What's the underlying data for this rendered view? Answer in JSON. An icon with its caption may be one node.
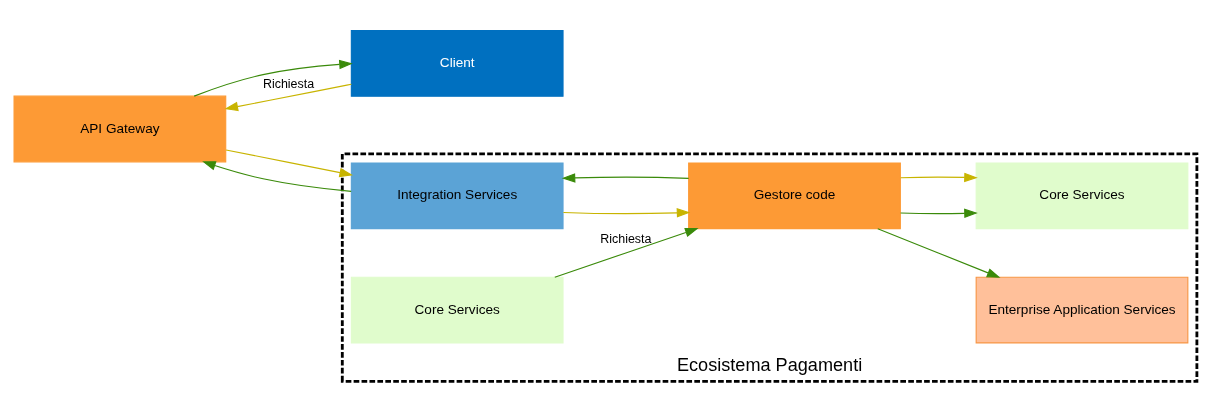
{
  "diagram": {
    "nodes": [
      {
        "text": [
          "API Gateway"
        ]
      },
      {
        "text": [
          "Client"
        ]
      },
      {
        "text": [
          "Ecosistema Pagamenti"
        ]
      },
      {
        "text": [
          "Integration Services"
        ],
        "in": 2
      },
      {
        "text": [
          "Core Services"
        ],
        "in": 2
      },
      {
        "text": [
          "Gestore code"
        ],
        "in": 2
      },
      {
        "text": [
          "Enterprise Application Services"
        ],
        "in": 2
      },
      {
        "text": [
          "Core Services"
        ],
        "in": 2
      }
    ],
    "edges": [
      {
        "from": 0,
        "to": 3,
        "arrow": "to",
        "color": "#c8b400"
      },
      {
        "from": 3,
        "to": 0,
        "arrow": "to"
      },
      {
        "from": 0,
        "to": 1,
        "arrow": "to"
      },
      {
        "from": 1,
        "to": 0,
        "arrow": "to",
        "label": "Richiesta",
        "color": "#c8b400"
      },
      {
        "from": 4,
        "to": 5,
        "arrow": "to",
        "label": "Richiesta"
      },
      {
        "from": 3,
        "to": 5,
        "arrow": "to",
        "color": "#c8b400"
      },
      {
        "from": 5,
        "to": 3,
        "arrow": "to"
      },
      {
        "from": 5,
        "to": 6,
        "arrow": "to"
      },
      {
        "from": 5,
        "to": 7,
        "arrow": "to"
      },
      {
        "from": 5,
        "to": 7,
        "arrow": "to",
        "color": "#c8b400"
      }
    ]
  }
}
